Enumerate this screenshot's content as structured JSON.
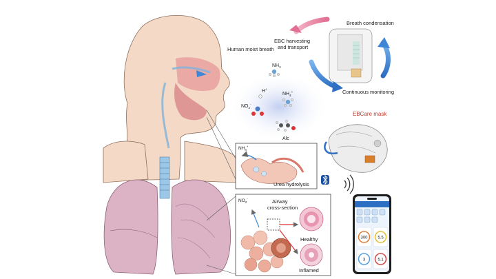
{
  "labels": {
    "human_moist_breath": "Human moist breath",
    "ebc_harvesting": "EBC harvesting",
    "and_transport": "and transport",
    "breath_condensation": "Breath condensation",
    "continuous_monitoring": "Continuous monitoring",
    "ebcare_mask": "EBCare mask",
    "urea_hydrolysis": "Urea hydrolysis",
    "airway": "Airway",
    "cross_section": "cross-section",
    "healthy": "Healthy",
    "inflamed": "Inflamed",
    "alc": "Alc"
  },
  "molecules": {
    "nh3": "NH",
    "nh3_sub": "3",
    "h_plus": "H",
    "h_plus_sup": "+",
    "nh4": "NH",
    "nh4_sub": "4",
    "nh4_sup": "+",
    "no2": "NO",
    "no2_sub": "2",
    "no2_sup": "-"
  },
  "phone": {
    "tiles": [
      {
        "value": "300",
        "unit": ""
      },
      {
        "value": "5.5",
        "unit": ""
      },
      {
        "value": "3",
        "unit": ""
      },
      {
        "value": "5.1",
        "unit": ""
      }
    ]
  },
  "colors": {
    "skin": "#f3d9c6",
    "lung": "#d9b2c2",
    "airway": "#7fb3d9",
    "accent_red": "#c0392b",
    "arrow_pink": "#e98aa6",
    "arrow_blue": "#3e86d6"
  },
  "icons": {
    "bluetooth": "bluetooth-icon",
    "wireless": "wireless-signal-icon"
  }
}
